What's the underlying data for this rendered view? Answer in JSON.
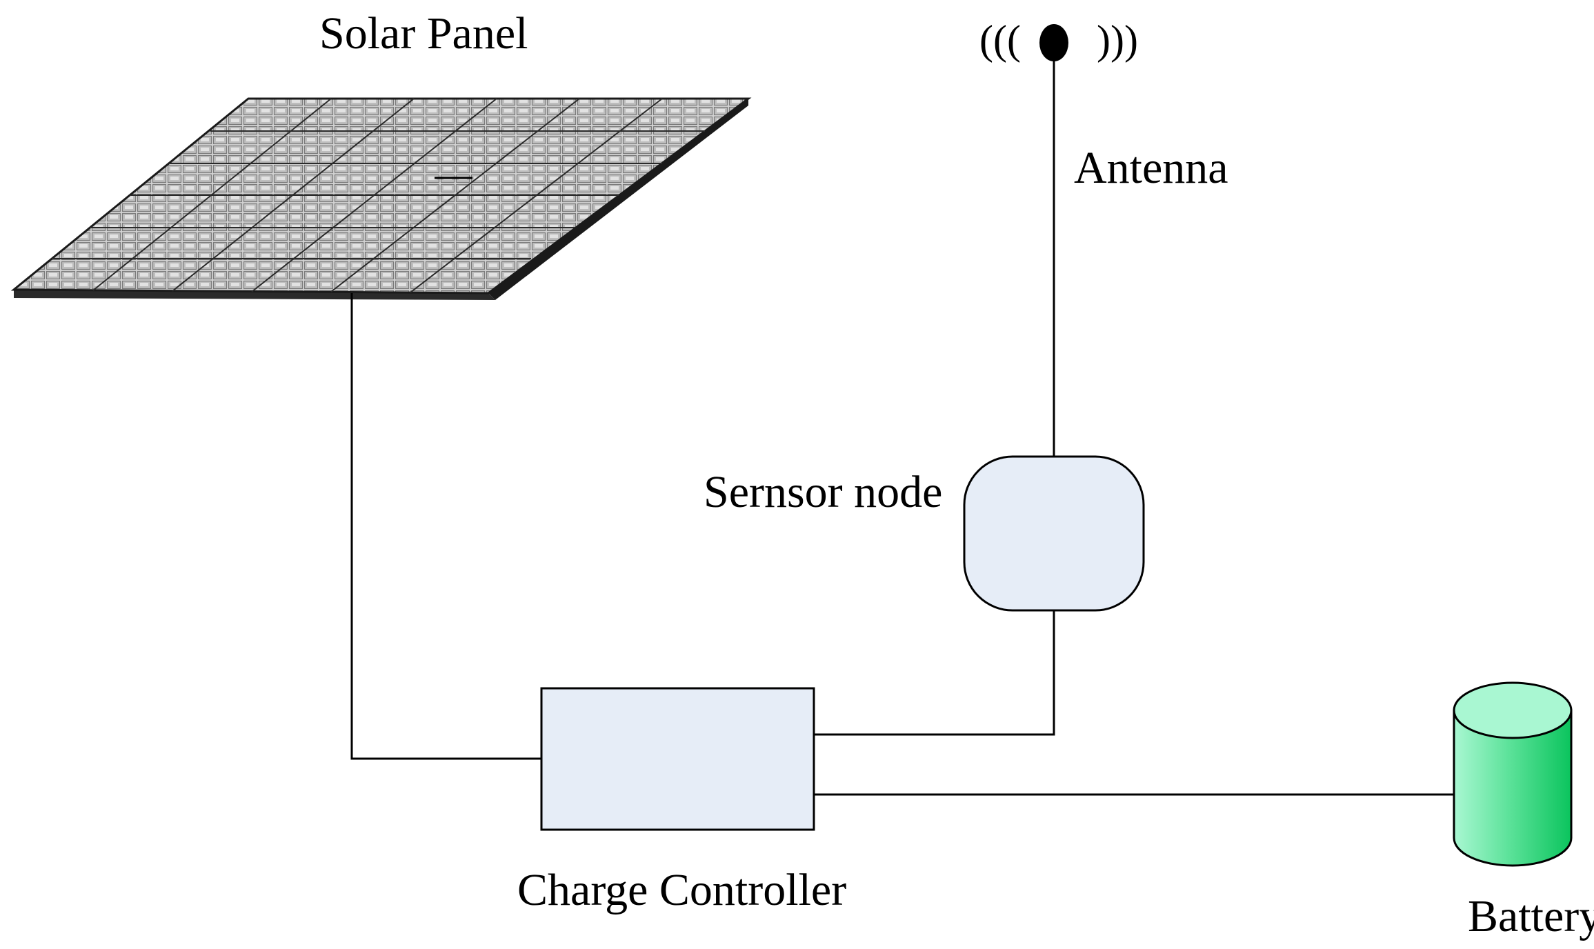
{
  "labels": {
    "solar_panel": "Solar Panel",
    "antenna": "Antenna",
    "sensor_node": "Sernsor node",
    "charge_controller": "Charge Controller",
    "battery": "Battery"
  },
  "antenna_signal": {
    "left": "(((",
    "right": ")))"
  },
  "colors": {
    "line": "#000000",
    "box_fill": "#e6edf7",
    "battery_light": "#a9f7d2",
    "battery_dark": "#0bc45d",
    "panel_cell": "#c9c9c9",
    "panel_frame": "#1a1a1a"
  },
  "icons": {
    "solar_panel": "solar-panel-icon",
    "antenna": "antenna-icon",
    "battery": "battery-cylinder-icon"
  }
}
